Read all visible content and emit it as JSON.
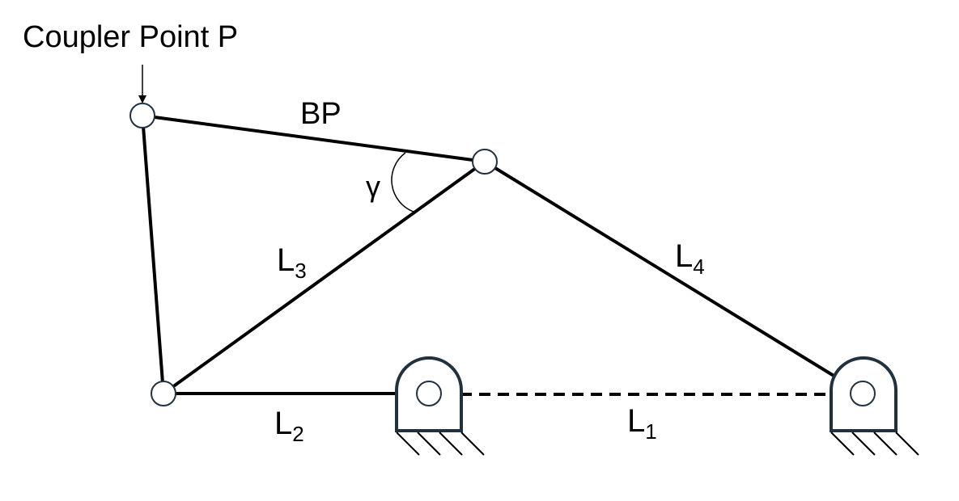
{
  "labels": {
    "coupler_point": "Coupler Point P",
    "bp": "BP",
    "gamma": "γ",
    "l3_main": "L",
    "l3_sub": "3",
    "l4_main": "L",
    "l4_sub": "4",
    "l2_main": "L",
    "l2_sub": "2",
    "l1_main": "L",
    "l1_sub": "1"
  },
  "colors": {
    "line": "#000000",
    "joint_outline": "#22313f",
    "background": "#ffffff"
  }
}
